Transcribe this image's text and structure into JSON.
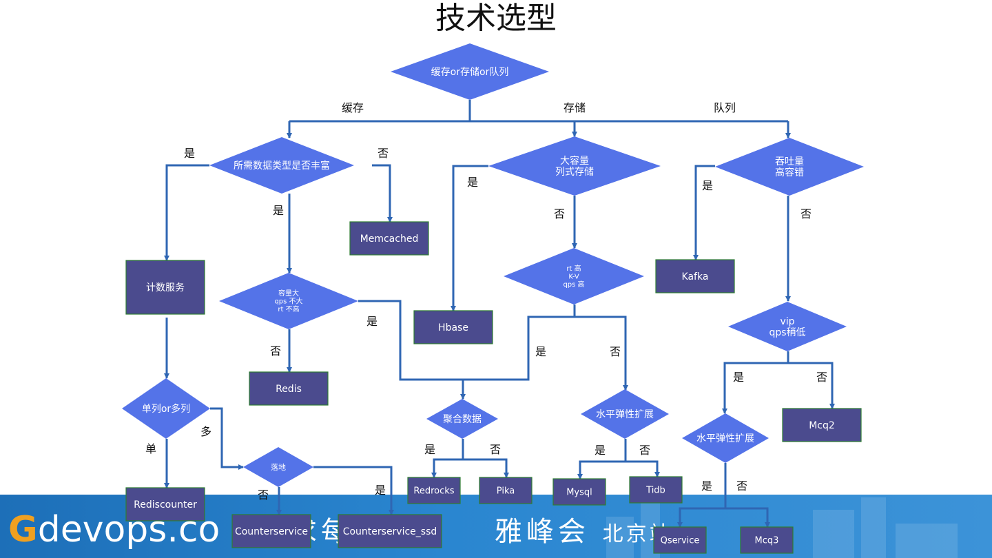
{
  "title": "技术选型",
  "banner": {
    "brand_g": "G",
    "brand_rest": "devops.co",
    "event_left": "求每",
    "event_mid": "雅峰会",
    "event_city": "北京站"
  },
  "colors": {
    "diamond": "#5473e8",
    "box": "#4b4b8e",
    "box_border": "#2e7d32",
    "edge": "#2f66b3"
  },
  "nodes": [
    {
      "id": "root",
      "shape": "diamond",
      "lines": [
        "缓存or存储or队列"
      ]
    },
    {
      "id": "cache_rich",
      "shape": "diamond",
      "lines": [
        "所需数据类型是否丰富"
      ]
    },
    {
      "id": "store_big",
      "shape": "diamond",
      "lines": [
        "大容量",
        "列式存储"
      ]
    },
    {
      "id": "queue_tp",
      "shape": "diamond",
      "lines": [
        "吞吐量",
        "高容错"
      ]
    },
    {
      "id": "memcached",
      "shape": "box",
      "lines": [
        "Memcached"
      ]
    },
    {
      "id": "counter_svc",
      "shape": "box",
      "lines": [
        "计数服务"
      ]
    },
    {
      "id": "cap_big",
      "shape": "diamond",
      "lines": [
        "容量大",
        "qps 不大",
        "rt 不高"
      ]
    },
    {
      "id": "redis",
      "shape": "box",
      "lines": [
        "Redis"
      ]
    },
    {
      "id": "hbase",
      "shape": "box",
      "lines": [
        "Hbase"
      ]
    },
    {
      "id": "rt_kv",
      "shape": "diamond",
      "lines": [
        "rt 高",
        "K-V",
        "qps 高"
      ]
    },
    {
      "id": "kafka",
      "shape": "box",
      "lines": [
        "Kafka"
      ]
    },
    {
      "id": "vip",
      "shape": "diamond",
      "lines": [
        "vip",
        "qps稍低"
      ]
    },
    {
      "id": "single_multi",
      "shape": "diamond",
      "lines": [
        "单列or多列"
      ]
    },
    {
      "id": "aggregate",
      "shape": "diamond",
      "lines": [
        "聚合数据"
      ]
    },
    {
      "id": "hscale1",
      "shape": "diamond",
      "lines": [
        "水平弹性扩展"
      ]
    },
    {
      "id": "hscale2",
      "shape": "diamond",
      "lines": [
        "水平弹性扩展"
      ]
    },
    {
      "id": "mcq2",
      "shape": "box",
      "lines": [
        "Mcq2"
      ]
    },
    {
      "id": "landing",
      "shape": "diamond",
      "lines": [
        "落地"
      ]
    },
    {
      "id": "rediscounter",
      "shape": "box",
      "lines": [
        "Rediscounter"
      ]
    },
    {
      "id": "redrocks",
      "shape": "box",
      "lines": [
        "Redrocks"
      ]
    },
    {
      "id": "pika",
      "shape": "box",
      "lines": [
        "Pika"
      ]
    },
    {
      "id": "mysql",
      "shape": "box",
      "lines": [
        "Mysql"
      ]
    },
    {
      "id": "tidb",
      "shape": "box",
      "lines": [
        "Tidb"
      ]
    },
    {
      "id": "counterservice",
      "shape": "box",
      "lines": [
        "Counterservice"
      ]
    },
    {
      "id": "counterservice_ssd",
      "shape": "box",
      "lines": [
        "Counterservice_ssd"
      ]
    },
    {
      "id": "qservice",
      "shape": "box",
      "lines": [
        "Qservice"
      ]
    },
    {
      "id": "mcq3",
      "shape": "box",
      "lines": [
        "Mcq3"
      ]
    }
  ],
  "edge_labels": [
    {
      "id": "lbl_cache",
      "text": "缓存"
    },
    {
      "id": "lbl_store",
      "text": "存储"
    },
    {
      "id": "lbl_queue",
      "text": "队列"
    },
    {
      "id": "lbl_rich_yes_left",
      "text": "是"
    },
    {
      "id": "lbl_rich_no",
      "text": "否"
    },
    {
      "id": "lbl_rich_yes_down",
      "text": "是"
    },
    {
      "id": "lbl_big_yes",
      "text": "是"
    },
    {
      "id": "lbl_big_no",
      "text": "否"
    },
    {
      "id": "lbl_tp_yes",
      "text": "是"
    },
    {
      "id": "lbl_tp_no",
      "text": "否"
    },
    {
      "id": "lbl_cap_yes",
      "text": "是"
    },
    {
      "id": "lbl_cap_no",
      "text": "否"
    },
    {
      "id": "lbl_rt_yes",
      "text": "是"
    },
    {
      "id": "lbl_rt_no",
      "text": "否"
    },
    {
      "id": "lbl_vip_yes",
      "text": "是"
    },
    {
      "id": "lbl_vip_no",
      "text": "否"
    },
    {
      "id": "lbl_single",
      "text": "单"
    },
    {
      "id": "lbl_multi",
      "text": "多"
    },
    {
      "id": "lbl_agg_yes",
      "text": "是"
    },
    {
      "id": "lbl_agg_no",
      "text": "否"
    },
    {
      "id": "lbl_hs1_yes",
      "text": "是"
    },
    {
      "id": "lbl_hs1_no",
      "text": "否"
    },
    {
      "id": "lbl_land_no",
      "text": "否"
    },
    {
      "id": "lbl_land_yes",
      "text": "是"
    },
    {
      "id": "lbl_hs2_yes",
      "text": "是"
    },
    {
      "id": "lbl_hs2_no",
      "text": "否"
    }
  ]
}
